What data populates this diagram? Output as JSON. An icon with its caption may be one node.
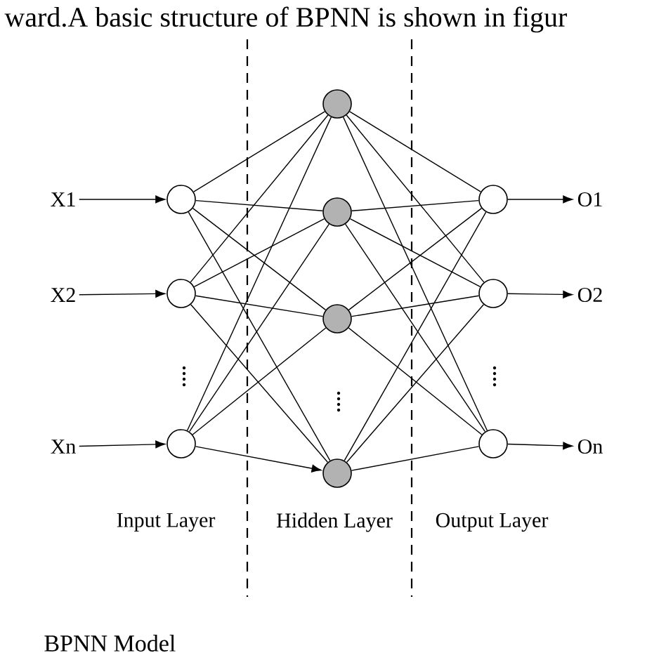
{
  "diagram": {
    "nodes": [
      {
        "text": [
          "X1"
        ]
      },
      {
        "text": [
          "X2"
        ]
      },
      {
        "text": [
          "Xn"
        ]
      },
      {
        "text": [],
        "shape": "circle"
      },
      {
        "text": [],
        "shape": "circle"
      },
      {
        "text": [],
        "shape": "circle"
      },
      {
        "text": [],
        "shape": "circle"
      },
      {
        "text": [],
        "shape": "circle"
      },
      {
        "text": [],
        "shape": "circle"
      },
      {
        "text": [],
        "shape": "circle"
      },
      {
        "text": [],
        "shape": "circle"
      },
      {
        "text": [],
        "shape": "circle"
      },
      {
        "text": [],
        "shape": "circle"
      },
      {
        "text": [
          "O1"
        ]
      },
      {
        "text": [
          "O2"
        ]
      },
      {
        "text": [
          "On"
        ]
      }
    ],
    "edges": [
      {
        "from": 0,
        "to": 3,
        "arrow": "to"
      },
      {
        "from": 1,
        "to": 4,
        "arrow": "to"
      },
      {
        "from": 2,
        "to": 5,
        "arrow": "to"
      },
      {
        "from": 3,
        "to": 6,
        "arrow": "none"
      },
      {
        "from": 3,
        "to": 7,
        "arrow": "none"
      },
      {
        "from": 3,
        "to": 8,
        "arrow": "none"
      },
      {
        "from": 3,
        "to": 9,
        "arrow": "none"
      },
      {
        "from": 4,
        "to": 6,
        "arrow": "none"
      },
      {
        "from": 4,
        "to": 7,
        "arrow": "none"
      },
      {
        "from": 4,
        "to": 8,
        "arrow": "none"
      },
      {
        "from": 4,
        "to": 9,
        "arrow": "none"
      },
      {
        "from": 5,
        "to": 6,
        "arrow": "none"
      },
      {
        "from": 5,
        "to": 7,
        "arrow": "none"
      },
      {
        "from": 5,
        "to": 8,
        "arrow": "none"
      },
      {
        "from": 5,
        "to": 9,
        "arrow": "to"
      },
      {
        "from": 6,
        "to": 10,
        "arrow": "none"
      },
      {
        "from": 6,
        "to": 11,
        "arrow": "none"
      },
      {
        "from": 6,
        "to": 12,
        "arrow": "none"
      },
      {
        "from": 7,
        "to": 10,
        "arrow": "none"
      },
      {
        "from": 7,
        "to": 11,
        "arrow": "none"
      },
      {
        "from": 7,
        "to": 12,
        "arrow": "none"
      },
      {
        "from": 8,
        "to": 10,
        "arrow": "none"
      },
      {
        "from": 8,
        "to": 11,
        "arrow": "none"
      },
      {
        "from": 8,
        "to": 12,
        "arrow": "none"
      },
      {
        "from": 9,
        "to": 10,
        "arrow": "none"
      },
      {
        "from": 9,
        "to": 11,
        "arrow": "none"
      },
      {
        "from": 9,
        "to": 12,
        "arrow": "none"
      },
      {
        "from": 10,
        "to": 13,
        "arrow": "to"
      },
      {
        "from": 11,
        "to": 14,
        "arrow": "to"
      },
      {
        "from": 12,
        "to": 15,
        "arrow": "to"
      }
    ],
    "labels": [
      "ward.A basic structure of BPNN is shown in figur",
      "Input Layer",
      "Hidden Layer",
      "Output Layer",
      "BPNN Model"
    ]
  }
}
